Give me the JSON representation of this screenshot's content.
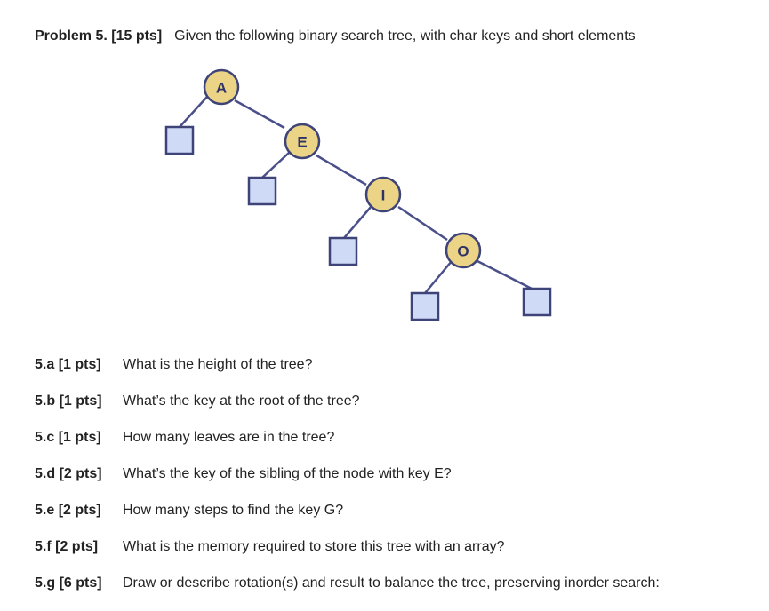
{
  "problem": {
    "label": "Problem 5. [15 pts]",
    "description": "Given the following binary search tree, with char keys and short elements"
  },
  "tree": {
    "nodes": [
      "A",
      "E",
      "I",
      "O"
    ],
    "colors": {
      "edge": "#4a4f8a",
      "node_fill": "#ecd486",
      "node_stroke": "#3f4478",
      "leaf_fill": "#cfdaf7",
      "leaf_stroke": "#3f4478",
      "text": "#2e3266"
    }
  },
  "questions": [
    {
      "label": "5.a [1 pts]",
      "text": "What is the height of the tree?"
    },
    {
      "label": "5.b [1 pts]",
      "text": "What’s the key at the root of the tree?"
    },
    {
      "label": "5.c [1 pts]",
      "text": "How many leaves are in the tree?"
    },
    {
      "label": "5.d [2 pts]",
      "text": "What’s the key of the sibling of the node with key E?"
    },
    {
      "label": "5.e [2 pts]",
      "text": "How many steps to find the key G?"
    },
    {
      "label": "5.f  [2 pts]",
      "text": "What is the memory required to store this tree with an array?"
    },
    {
      "label": "5.g [6 pts]",
      "text": "Draw or describe rotation(s) and result to balance the tree, preserving inorder search:"
    }
  ]
}
